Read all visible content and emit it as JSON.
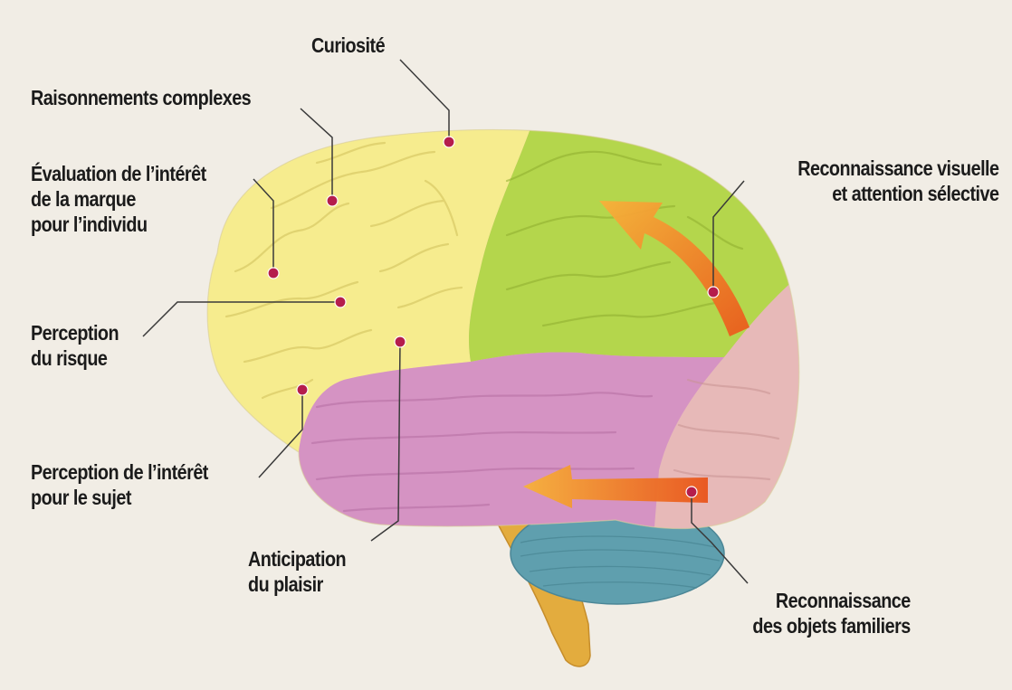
{
  "diagram": {
    "labels": {
      "curiosite": [
        "Curiosité"
      ],
      "raisonnements": [
        "Raisonnements complexes"
      ],
      "evaluation": [
        "Évaluation de l’intérêt",
        "de la marque",
        "pour l’individu"
      ],
      "perception_risque": [
        "Perception",
        "du risque"
      ],
      "perception_interet": [
        "Perception de l’intérêt",
        "pour le sujet"
      ],
      "anticipation": [
        "Anticipation",
        "du plaisir"
      ],
      "reconnaissance_visuelle": [
        "Reconnaissance  visuelle",
        "et attention sélective"
      ],
      "reconnaissance_objets": [
        "Reconnaissance",
        "des objets familiers"
      ]
    },
    "colors": {
      "background": "#f1ede5",
      "frontal_lobe": "#f6ec8e",
      "parietal_lobe": "#b4d64c",
      "temporal_lobe": "#d593c3",
      "occipital_lobe": "#e7b9b8",
      "cerebellum": "#5f9fae",
      "brainstem": "#e3ac3e",
      "arrow": "#f08a2a",
      "dot": "#b51d4c",
      "leader": "#3a3a3a"
    }
  }
}
